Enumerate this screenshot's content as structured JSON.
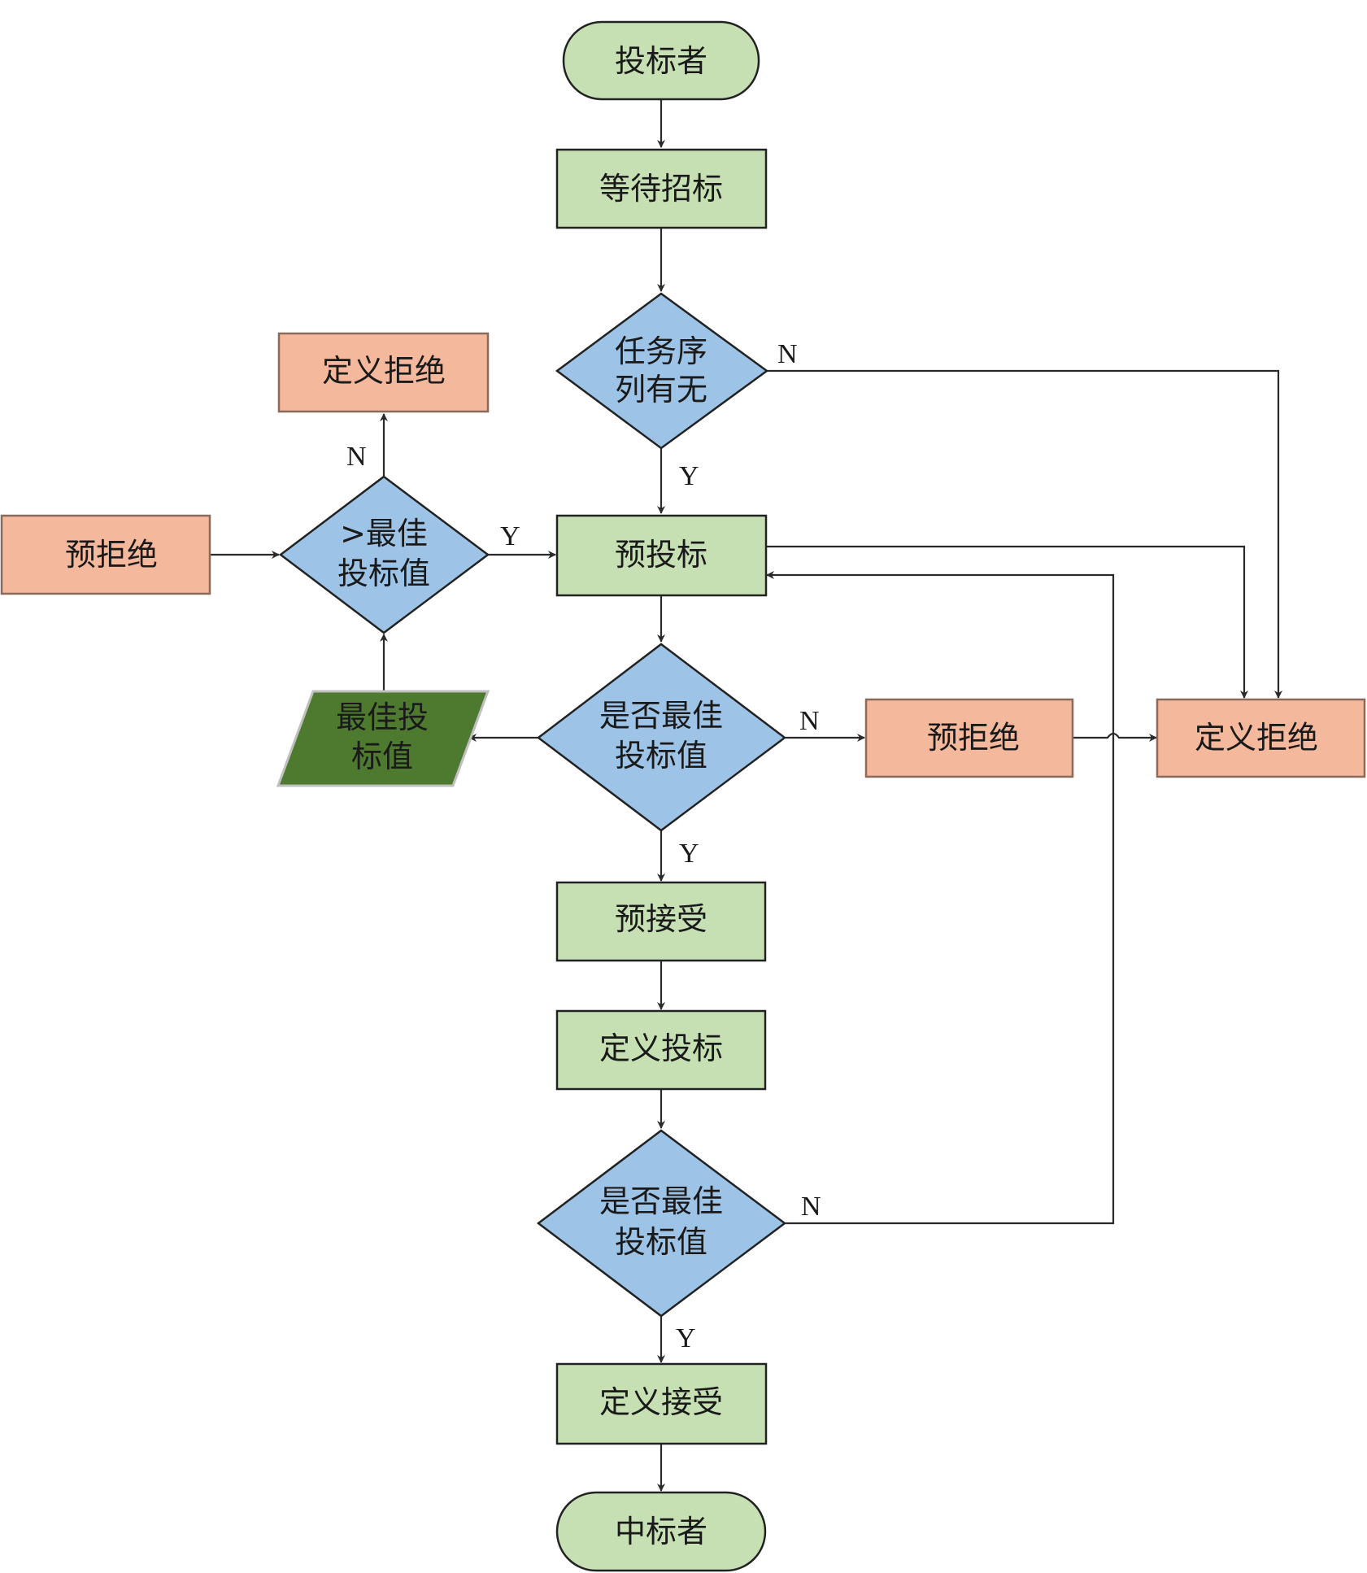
{
  "colors": {
    "process": "#c6e0b4",
    "decision": "#9dc3e6",
    "reject": "#f4b89c",
    "data": "#4e7a2f",
    "stroke": "#222222",
    "line": "#2a2a2a"
  },
  "nodes": {
    "start": "投标者",
    "wait": "等待招标",
    "task_seq": [
      "任务序",
      "列有无"
    ],
    "prebid": "预投标",
    "reject_top": "定义拒绝",
    "gt_best": [
      ">最佳",
      "投标值"
    ],
    "prereject_left": "预拒绝",
    "best_value_data": [
      "最佳投",
      "标值"
    ],
    "is_best_1": [
      "是否最佳",
      "投标值"
    ],
    "prereject_mid": "预拒绝",
    "reject_right": "定义拒绝",
    "preaccept": "预接受",
    "define_bid": "定义投标",
    "is_best_2": [
      "是否最佳",
      "投标值"
    ],
    "define_accept": "定义接受",
    "end": "中标者"
  },
  "edge_labels": {
    "yes": "Y",
    "no": "N"
  }
}
